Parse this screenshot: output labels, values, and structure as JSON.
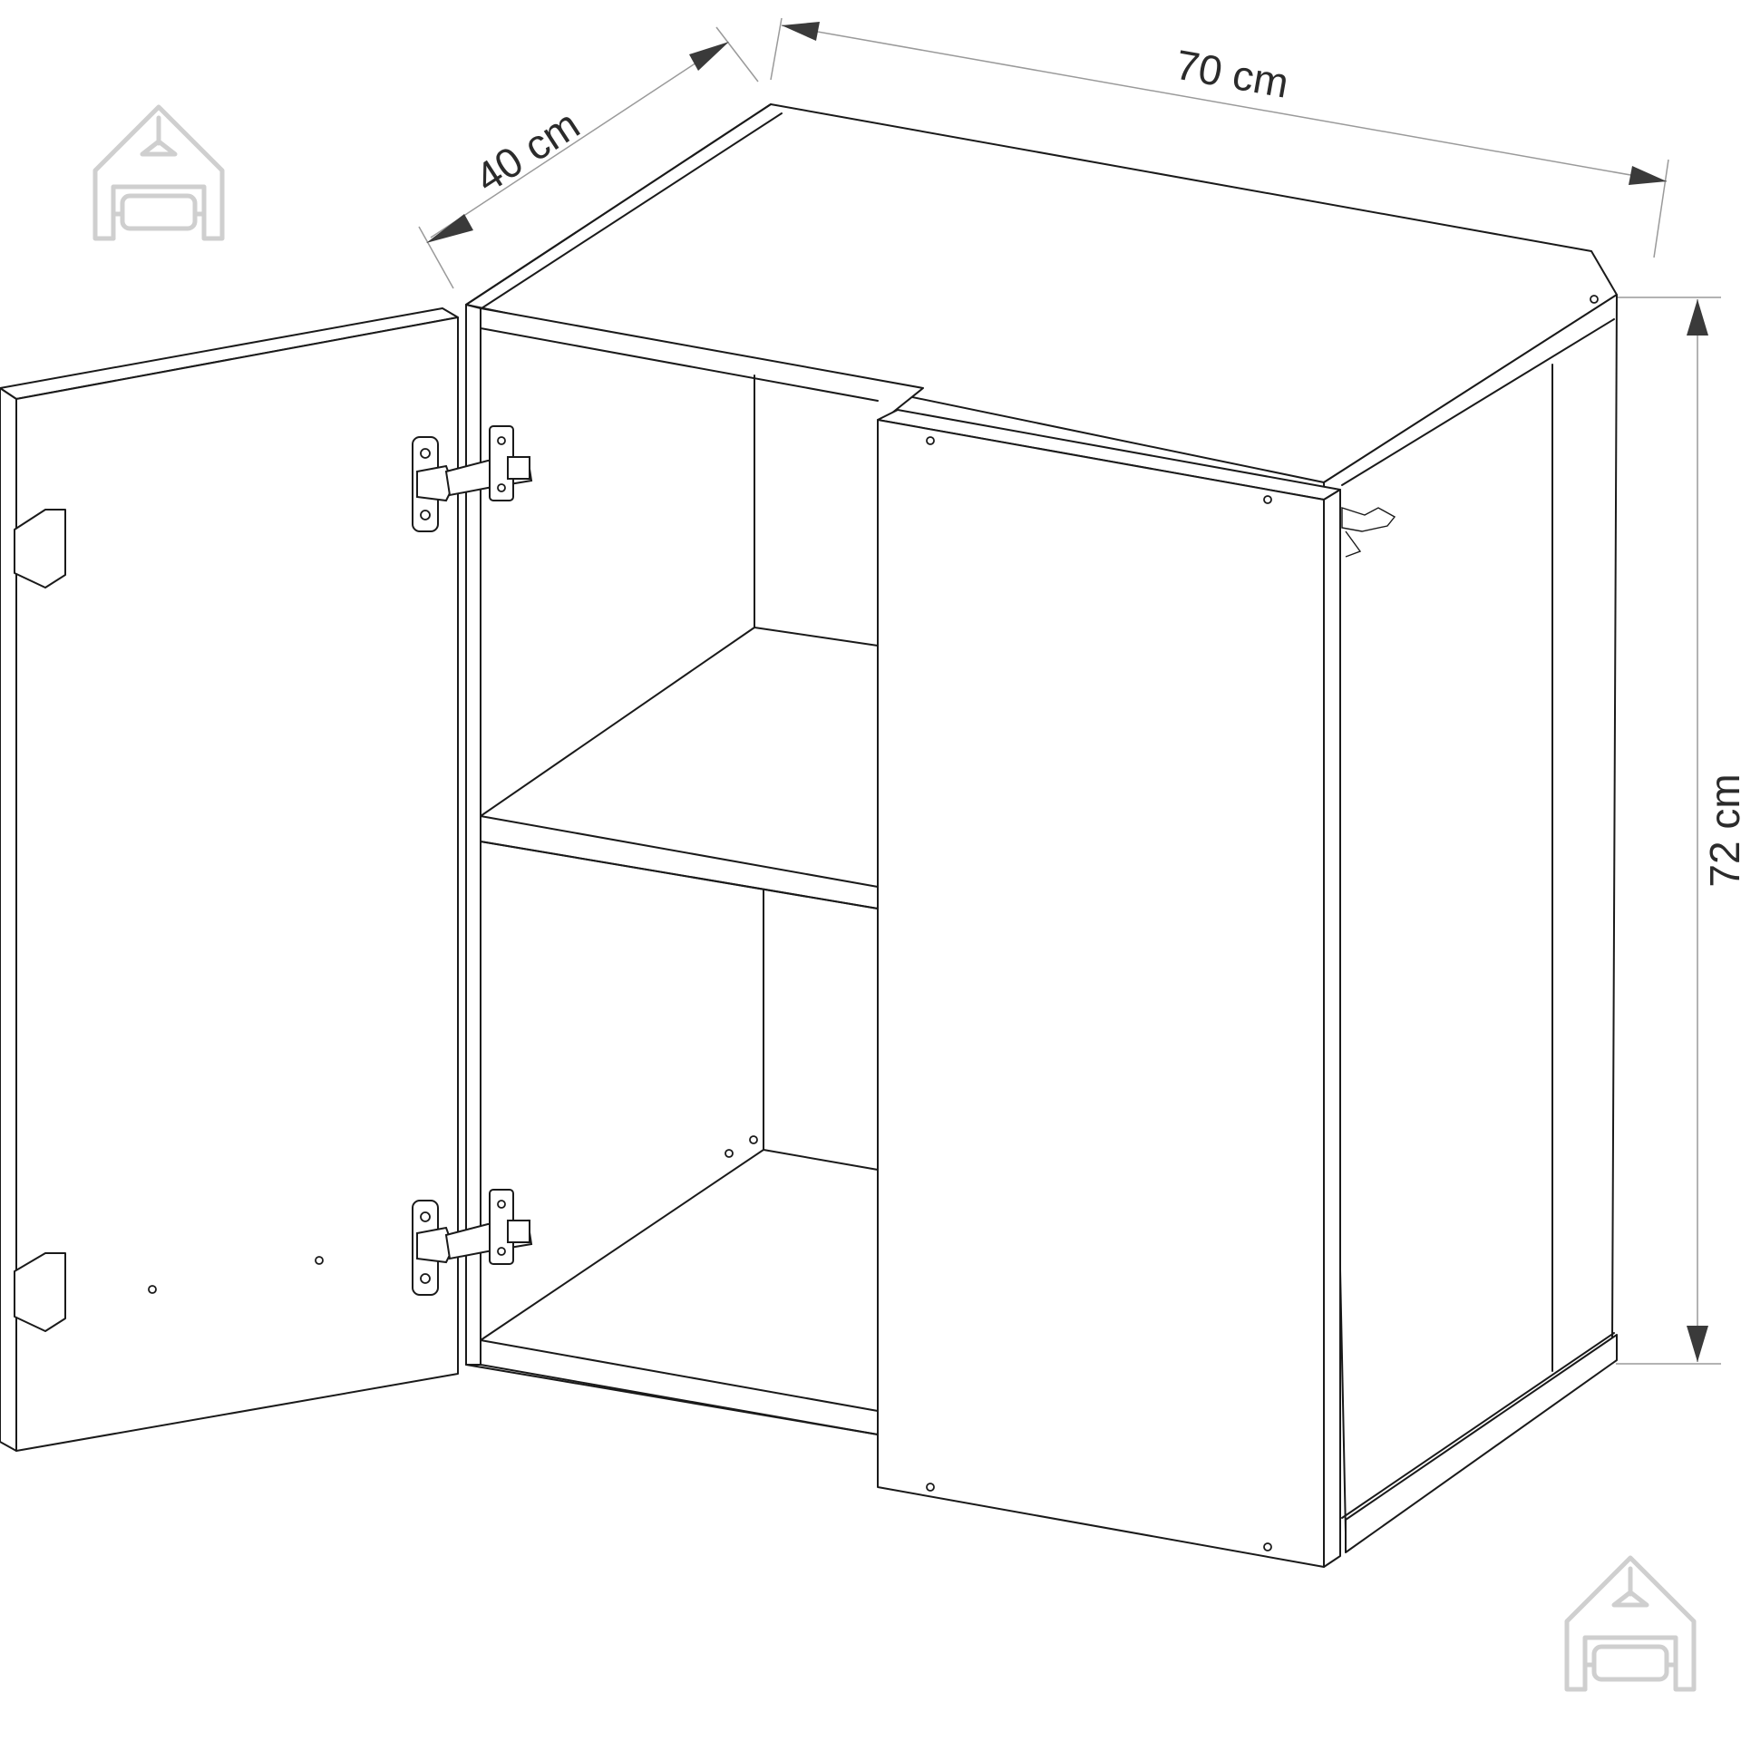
{
  "dimensions": {
    "depth": "40 cm",
    "width": "70 cm",
    "height": "72 cm"
  },
  "colors": {
    "line": "#1a1a1a",
    "dimension_line": "#9a9a9a",
    "arrow": "#3a3a3a",
    "logo": "#cfcfcf"
  },
  "icons": {
    "logo": "house-with-sofa-icon",
    "hinge": "cabinet-hinge-icon"
  }
}
